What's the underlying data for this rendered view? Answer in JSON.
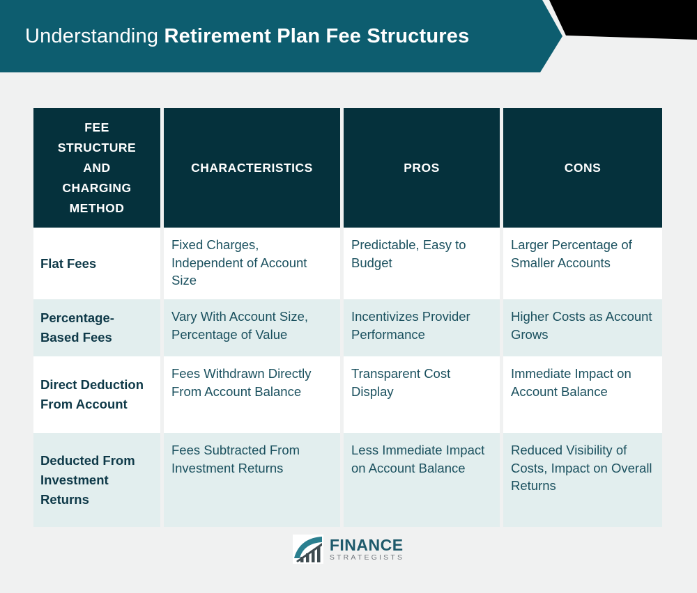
{
  "page": {
    "background": "#f0f1f1"
  },
  "banner": {
    "title_regular": "Understanding ",
    "title_bold": "Retirement Plan Fee Structures",
    "background_color": "#0d5d6f",
    "corner_shape_color": "#000000"
  },
  "table": {
    "header_bg": "#05313c",
    "header_text_color": "#ffffff",
    "row_white_bg": "#ffffff",
    "row_alt_bg": "#e2eeee",
    "body_text_color": "#1a505e",
    "label_text_color": "#0e3948",
    "columns": [
      "FEE STRUCTURE AND CHARGING METHOD",
      "CHARACTERISTICS",
      "PROS",
      "CONS"
    ],
    "rows": [
      {
        "label": "Flat Fees",
        "characteristics": "Fixed Charges, Independent of Account Size",
        "pros": "Predictable, Easy to Budget",
        "cons": "Larger Percentage of Smaller Accounts"
      },
      {
        "label": "Percentage-Based Fees",
        "characteristics": "Vary With Account Size, Percentage of Value",
        "pros": "Incentivizes Provider Performance",
        "cons": "Higher Costs as Account Grows"
      },
      {
        "label": "Direct Deduction From Account",
        "characteristics": "Fees Withdrawn Directly From Account Balance",
        "pros": "Transparent Cost Display",
        "cons": "Immediate Impact on Account Balance"
      },
      {
        "label": "Deducted From Investment Returns",
        "characteristics": "Fees Subtracted From Investment Returns",
        "pros": "Less Immediate Impact on Account Balance",
        "cons": "Reduced Visibility of Costs, Impact on Overall Returns"
      }
    ]
  },
  "footer": {
    "brand_primary": "FINANCE",
    "brand_secondary": "STRATEGISTS",
    "logo_icon": "bridge-arc-chart-icon",
    "brand_primary_color": "#1e5a6b",
    "brand_secondary_color": "#74797f"
  }
}
